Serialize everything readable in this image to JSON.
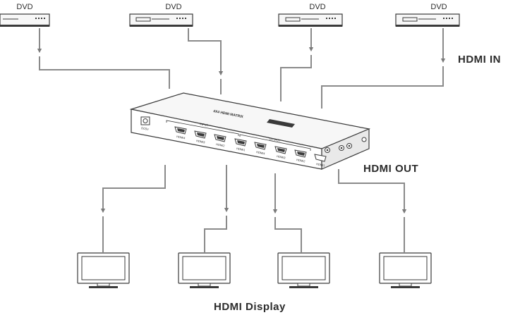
{
  "colors": {
    "stroke": "#3a3a3a",
    "line": "#8a8a8a",
    "arrow": "#7a7a7a",
    "device_fill": "#f7f7f7",
    "panel": "#e9e9e9"
  },
  "sources": [
    {
      "label": "DVD",
      "icon": "dvd-player-icon"
    },
    {
      "label": "DVD",
      "icon": "dvd-player-icon"
    },
    {
      "label": "DVD",
      "icon": "dvd-player-icon"
    },
    {
      "label": "DVD",
      "icon": "dvd-player-icon"
    }
  ],
  "matrix": {
    "icon": "hdmi-matrix-switch-icon",
    "name_text": "4X4 HDMI MATRIX",
    "power_label": "DC5V",
    "input_group_label": "INPUT",
    "output_group_label": "OUTPUT",
    "ports": [
      "HDMI4",
      "HDMI3",
      "HDMI2",
      "HDMI1",
      "HDMI4",
      "HDMI3",
      "HDMI2",
      "HDMI1"
    ]
  },
  "labels": {
    "hdmi_in": "HDMI IN",
    "hdmi_out": "HDMI OUT",
    "hdmi_display": "HDMI Display"
  },
  "displays": [
    {
      "icon": "monitor-icon"
    },
    {
      "icon": "monitor-icon"
    },
    {
      "icon": "monitor-icon"
    },
    {
      "icon": "monitor-icon"
    }
  ]
}
